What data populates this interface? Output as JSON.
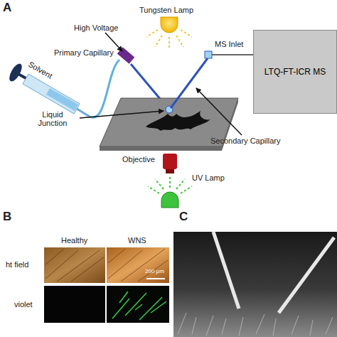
{
  "diagram": {
    "nodes": [
      {
        "text": [
          "LTQ-FT-ICR MS"
        ]
      }
    ],
    "edges": [],
    "labels": [
      "A",
      "Tungsten Lamp",
      "High Voltage",
      "Primary Capillary",
      "Solvent",
      "Liquid Junction",
      "MS Inlet",
      "Secondary Capillary",
      "Objective",
      "UV Lamp",
      "B",
      "Healthy",
      "WNS",
      "ht field",
      "violet",
      "200 μm",
      "C"
    ]
  }
}
